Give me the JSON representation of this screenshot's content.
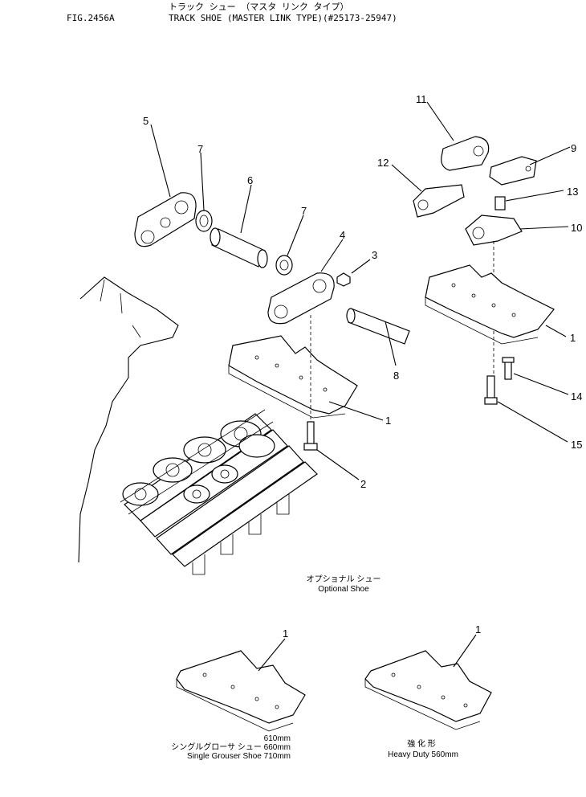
{
  "header": {
    "fig_label": "FIG.2456A",
    "title_jp": "トラック シュー （マスタ リンク タイプ）",
    "title_en": "TRACK SHOE (MASTER LINK TYPE)(#25173-25947)"
  },
  "callouts": {
    "c1a": "1",
    "c1b": "1",
    "c1c": "1",
    "c1d": "1",
    "c2": "2",
    "c3": "3",
    "c4": "4",
    "c5": "5",
    "c6": "6",
    "c7a": "7",
    "c7b": "7",
    "c8": "8",
    "c9": "9",
    "c10": "10",
    "c11": "11",
    "c12": "12",
    "c13": "13",
    "c14": "14",
    "c15": "15"
  },
  "captions": {
    "optional_jp": "オプショナル シュー",
    "optional_en": "Optional Shoe",
    "single_size1": "610mm",
    "single_jp": "シングルグローサ シュー 660mm",
    "single_en": "Single Grouser Shoe 710mm",
    "heavy_jp": "強 化 形",
    "heavy_en": "Heavy Duty 560mm"
  }
}
